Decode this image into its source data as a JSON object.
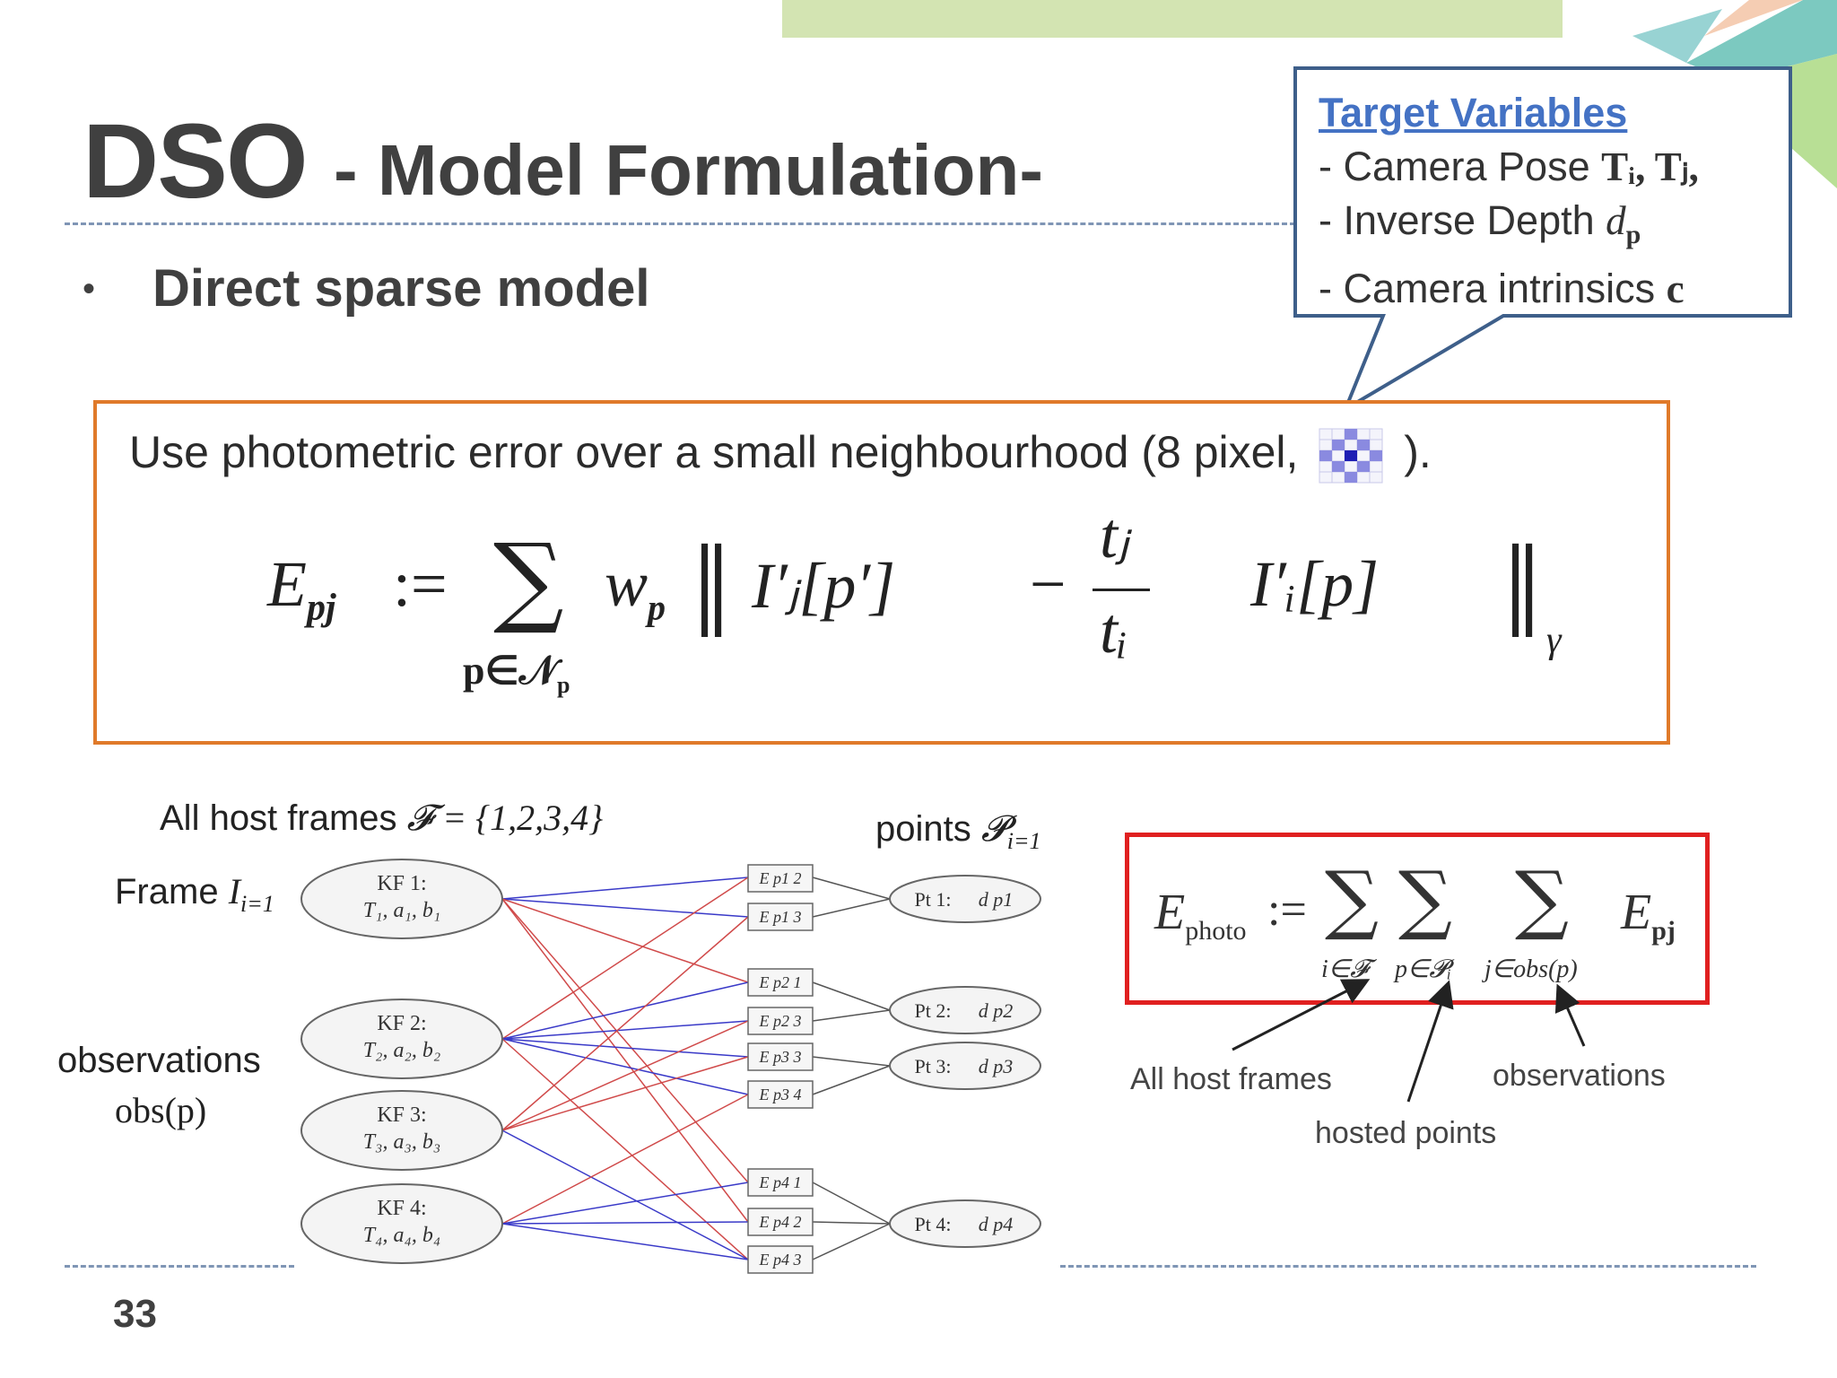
{
  "slide": {
    "title_main": "DSO",
    "title_sub": "- Model Formulation-",
    "bullet": "Direct sparse model",
    "page_number": "33"
  },
  "callout": {
    "title": "Target Variables",
    "lines": [
      {
        "text": "- Camera Pose ",
        "math": "Tᵢ, Tⱼ,"
      },
      {
        "text": "- Inverse Depth ",
        "math": "d"
      },
      {
        "text": "- Camera intrinsics ",
        "math": "c"
      }
    ],
    "depth_sub": "p"
  },
  "photometric": {
    "sentence_start": "Use photometric error over a small neighbourhood (8 pixel,",
    "sentence_end": ").",
    "equation": {
      "lhs": "E",
      "lhs_sub": "pj",
      "assign": ":=",
      "sum_under": "p∈𝒩",
      "sum_under_sub": "p",
      "weight": "w",
      "weight_sub": "p",
      "term1": "I′ⱼ[p′]",
      "minus": "−",
      "frac_num": "tⱼ",
      "frac_den": "tᵢ",
      "term2": "I′ᵢ[p]",
      "norm_sub": "γ"
    }
  },
  "graph": {
    "all_host_frames_label": "All host frames",
    "all_host_frames_math": "𝓕 = {1,2,3,4}",
    "frame_label": "Frame",
    "frame_math": "I",
    "frame_sub": "i=1",
    "observations_label": "observations",
    "observations_math": "obs(p)",
    "points_label": "points",
    "points_math": "𝓟",
    "points_sub": "i=1",
    "keyframes": [
      {
        "name": "KF 1:",
        "vars": "T₁, a₁, b₁"
      },
      {
        "name": "KF 2:",
        "vars": "T₂, a₂, b₂"
      },
      {
        "name": "KF 3:",
        "vars": "T₃, a₃, b₃"
      },
      {
        "name": "KF 4:",
        "vars": "T₄, a₄, b₄"
      }
    ],
    "residuals": [
      "E p1 2",
      "E p1 3",
      "E p2 1",
      "E p2 3",
      "E p3 3",
      "E p3 4",
      "E p4 1",
      "E p4 2",
      "E p4 3"
    ],
    "points": [
      {
        "name": "Pt 1:",
        "var": "d p1"
      },
      {
        "name": "Pt 2:",
        "var": "d p2"
      },
      {
        "name": "Pt 3:",
        "var": "d p3"
      },
      {
        "name": "Pt 4:",
        "var": "d p4"
      }
    ],
    "colors": {
      "blue": "#3a3ac8",
      "red": "#d04a4a",
      "gray": "#555555"
    }
  },
  "ephoto": {
    "lhs": "E",
    "lhs_sub": "photo",
    "assign": ":=",
    "sum1_under": "i∈𝓕",
    "sum2_under": "p∈𝓟ᵢ",
    "sum3_under": "j∈obs(p)",
    "rhs": "E",
    "rhs_sub": "pj",
    "annotations": {
      "all_host_frames": "All host frames",
      "hosted_points": "hosted points",
      "observations": "observations"
    }
  },
  "colors": {
    "orange_border": "#e07a2a",
    "red_border": "#e02020",
    "callout_border": "#3e5f8a",
    "callout_title": "#4472c4",
    "title_text": "#404040",
    "dash": "#7f95b5",
    "deco_green": "#d3e4b2"
  }
}
